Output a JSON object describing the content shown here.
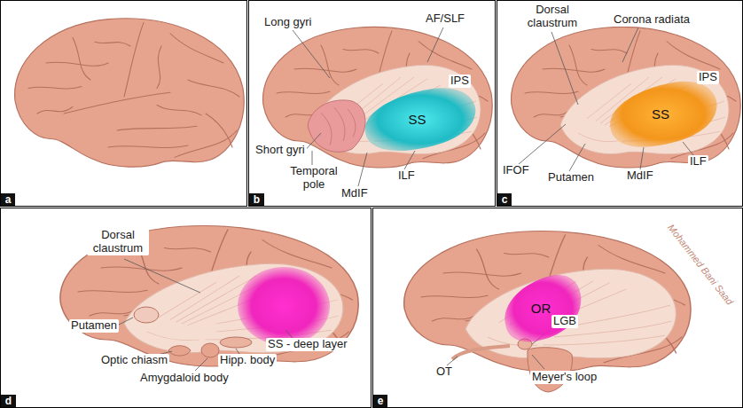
{
  "diagram": {
    "nodes": [
      {
        "text": [
          "a"
        ]
      },
      {
        "text": [
          "SS"
        ]
      },
      {
        "text": [
          "b"
        ]
      },
      {
        "text": [
          "SS"
        ]
      },
      {
        "text": [
          "c"
        ]
      },
      {
        "text": [
          "d"
        ]
      },
      {
        "text": [
          "OR"
        ]
      },
      {
        "text": [
          "e"
        ]
      }
    ],
    "labels": [
      "Long gyri",
      "AF/SLF",
      "IPS",
      "Short gyri",
      "Temporal pole",
      "MdIF",
      "ILF",
      "Dorsal claustrum",
      "Corona radiata",
      "IPS",
      "IFOF",
      "Putamen",
      "MdIF",
      "ILF",
      "Dorsal claustrum",
      "Putamen",
      "SS - deep layer",
      "Optic chiasm",
      "Hipp. body",
      "Amygdaloid body",
      "LGB",
      "OT",
      "Meyer's loop",
      "Mohammed Bani Saad"
    ]
  }
}
